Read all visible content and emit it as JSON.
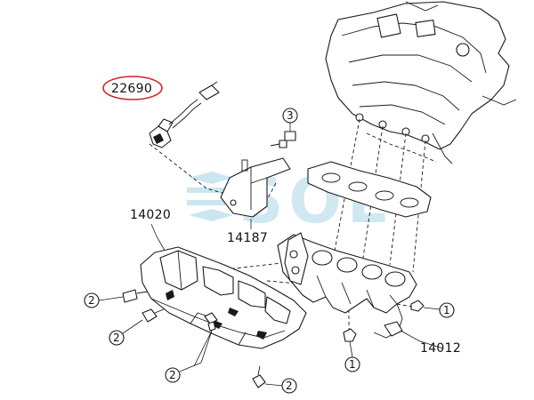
{
  "colors": {
    "line": "#1a1a1a",
    "highlight": "#d4202c",
    "watermark": "#a9d7e8"
  },
  "watermark": "SOL",
  "part_numbers": {
    "highlighted": "22690",
    "bracket": "14187",
    "cover": "14020",
    "manifold": "14012"
  },
  "callouts": {
    "ref_1": "1",
    "ref_2": "2",
    "ref_3": "3"
  }
}
